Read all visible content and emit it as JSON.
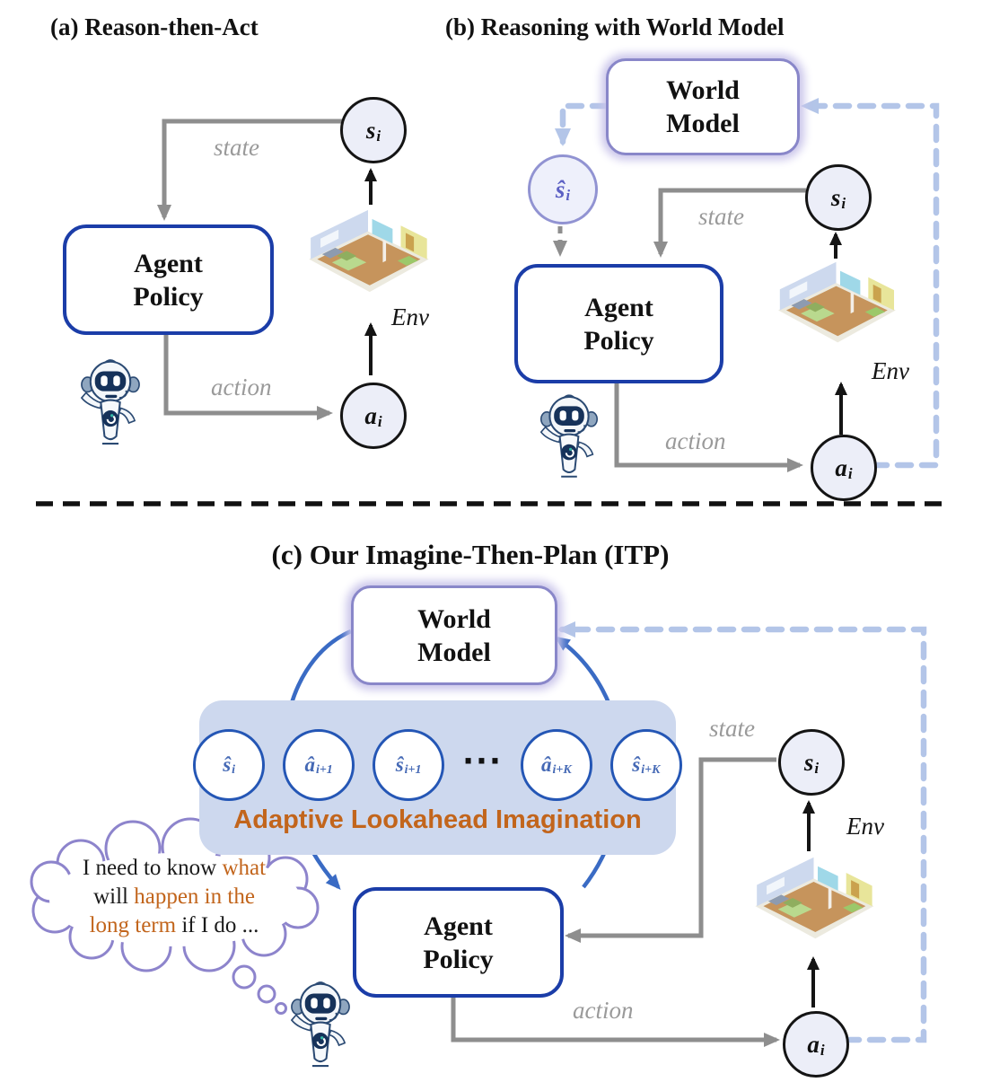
{
  "colors": {
    "agent_policy_border": "#1b3da8",
    "world_model_border": "#8987c9",
    "world_model_glow": "#c9c4ea",
    "dashed_feedback_blue": "#b3c5e8",
    "arrow_gray": "#8e8e8e",
    "arrow_black": "#141414",
    "cycle_arrow_blue": "#3a6bc4",
    "imagination_panel_fill": "#cdd8ee",
    "imagination_circle_border": "#2456b5",
    "state_circle_fill": "#eceef8",
    "imagined_state_purple": "#5c60c4",
    "highlight_orange": "#c2651c"
  },
  "panels": {
    "a": {
      "title": "(a) Reason-then-Act",
      "agent_policy": {
        "line1": "Agent",
        "line2": "Policy"
      },
      "state_label": "state",
      "action_label": "action",
      "env_label": "Env",
      "state_circle": {
        "main": "s",
        "sub": "i"
      },
      "action_circle": {
        "main": "a",
        "sub": "i"
      }
    },
    "b": {
      "title": "(b) Reasoning with World Model",
      "world_model": {
        "line1": "World",
        "line2": "Model"
      },
      "agent_policy": {
        "line1": "Agent",
        "line2": "Policy"
      },
      "imagined_state_circle": {
        "main": "ŝ",
        "sub": "i"
      },
      "state_circle": {
        "main": "s",
        "sub": "i"
      },
      "action_circle": {
        "main": "a",
        "sub": "i"
      },
      "state_label": "state",
      "action_label": "action",
      "env_label": "Env"
    },
    "c": {
      "title": "(c) Our Imagine-Then-Plan (ITP)",
      "world_model": {
        "line1": "World",
        "line2": "Model"
      },
      "agent_policy": {
        "line1": "Agent",
        "line2": "Policy"
      },
      "imagination": {
        "caption": "Adaptive Lookahead Imagination",
        "dots": "···",
        "circles": [
          {
            "main": "ŝ",
            "sub": "i"
          },
          {
            "main": "â",
            "sub": "i+1"
          },
          {
            "main": "ŝ",
            "sub": "i+1"
          },
          {
            "main": "â",
            "sub": "i+K"
          },
          {
            "main": "ŝ",
            "sub": "i+K"
          }
        ]
      },
      "thought": {
        "l1a": "I need to know ",
        "l1b": "what",
        "l2a": "will ",
        "l2b": "happen in the",
        "l3a": "long term",
        "l3b": " if I do ..."
      },
      "state_circle": {
        "main": "s",
        "sub": "i"
      },
      "action_circle": {
        "main": "a",
        "sub": "i"
      },
      "state_label": "state",
      "action_label": "action",
      "env_label": "Env"
    }
  }
}
